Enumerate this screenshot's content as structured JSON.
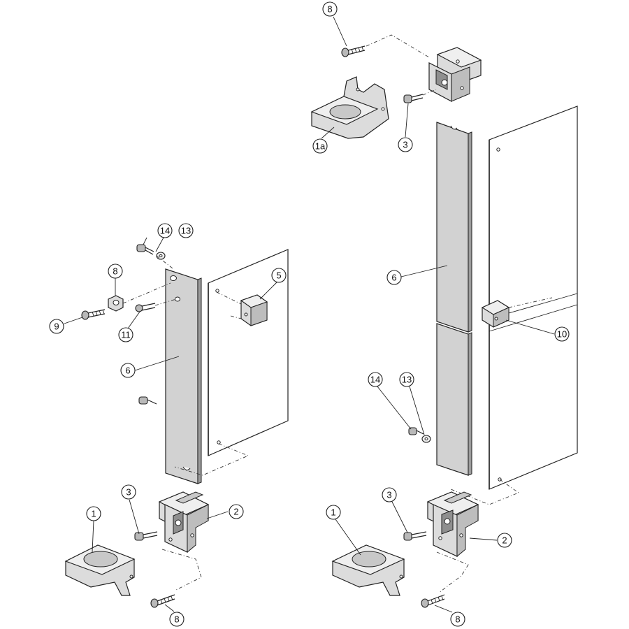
{
  "callouts": {
    "left": {
      "c14": "14",
      "c13": "13",
      "c8_top": "8",
      "c9": "9",
      "c11": "11",
      "c5": "5",
      "c6": "6",
      "c3": "3",
      "c1": "1",
      "c2": "2",
      "c8_bottom": "8"
    },
    "right": {
      "c8_top": "8",
      "c1a": "1a",
      "c3_top": "3",
      "c6": "6",
      "c10": "10",
      "c14": "14",
      "c13": "13",
      "c3_bottom": "3",
      "c1": "1",
      "c2": "2",
      "c8_bottom": "8"
    }
  }
}
